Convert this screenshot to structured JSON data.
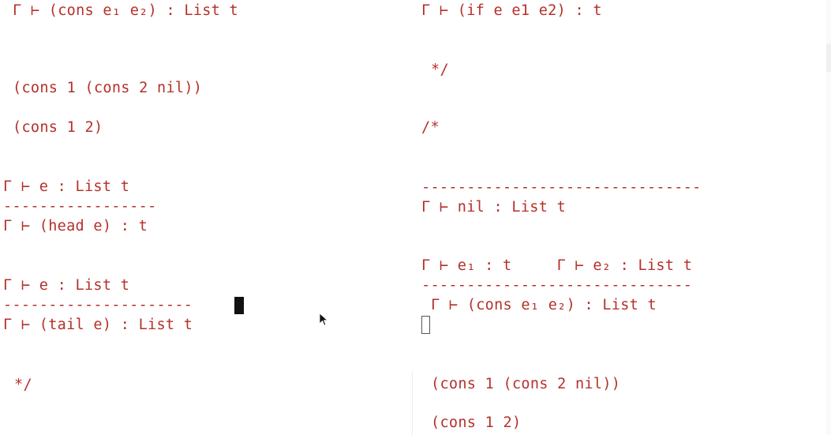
{
  "editor": {
    "left": {
      "lines": [
        "Γ ⊢ (cons e₁ e₂) : List t",
        "(cons 1 (cons 2 nil))",
        "(cons 1 2)",
        "Γ ⊢ e : List t",
        "-----------------",
        "Γ ⊢ (head e) : t",
        "Γ ⊢ e : List t",
        "---------------------",
        "Γ ⊢ (tail e) : List t",
        "*/"
      ]
    },
    "right": {
      "lines": [
        "Γ ⊢ (if e e1 e2) : t",
        "*/",
        "/*",
        "-------------------------------",
        "Γ ⊢ nil : List t",
        "Γ ⊢ e₁ : t     Γ ⊢ e₂ : List t",
        "------------------------------",
        "Γ ⊢ (cons e₁ e₂) : List t",
        "(cons 1 (cons 2 nil))",
        "(cons 1 2)"
      ]
    },
    "text_color": "#b5302a",
    "background_color": "#ffffff"
  }
}
